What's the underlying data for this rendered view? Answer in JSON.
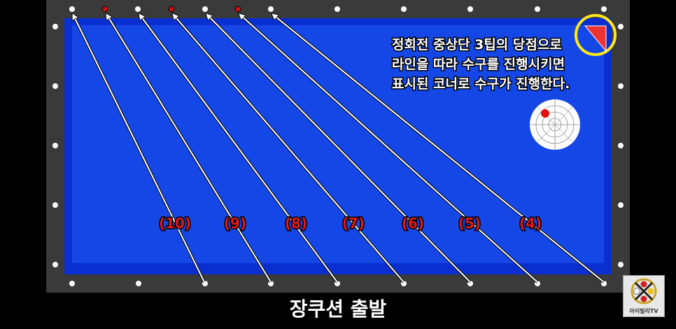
{
  "annotation": {
    "lines": [
      "정회전 중상단 3팁의 당점으로",
      "라인을 따라 수구를 진행시키면",
      "표시된 코너로 수구가 진행한다."
    ]
  },
  "labels": [
    "(10)",
    "(9)",
    "(8)",
    "(7)",
    "(6)",
    "(5)",
    "(4)"
  ],
  "caption": "장쿠션 출발",
  "logo_text": "아이빌리TV",
  "colors": {
    "rail": "#3a3a3a",
    "cloth": "#1447e6",
    "cushion": "#0a2fd0",
    "diamond": "#ffffff",
    "highlight_diamond": "#cc1111",
    "label_text": "#e01818",
    "corner_circle": "#ffe81a",
    "corner_target": "#ee3333"
  },
  "icons": [
    "cue-tip-target-icon",
    "corner-target-icon",
    "channel-logo-icon"
  ]
}
